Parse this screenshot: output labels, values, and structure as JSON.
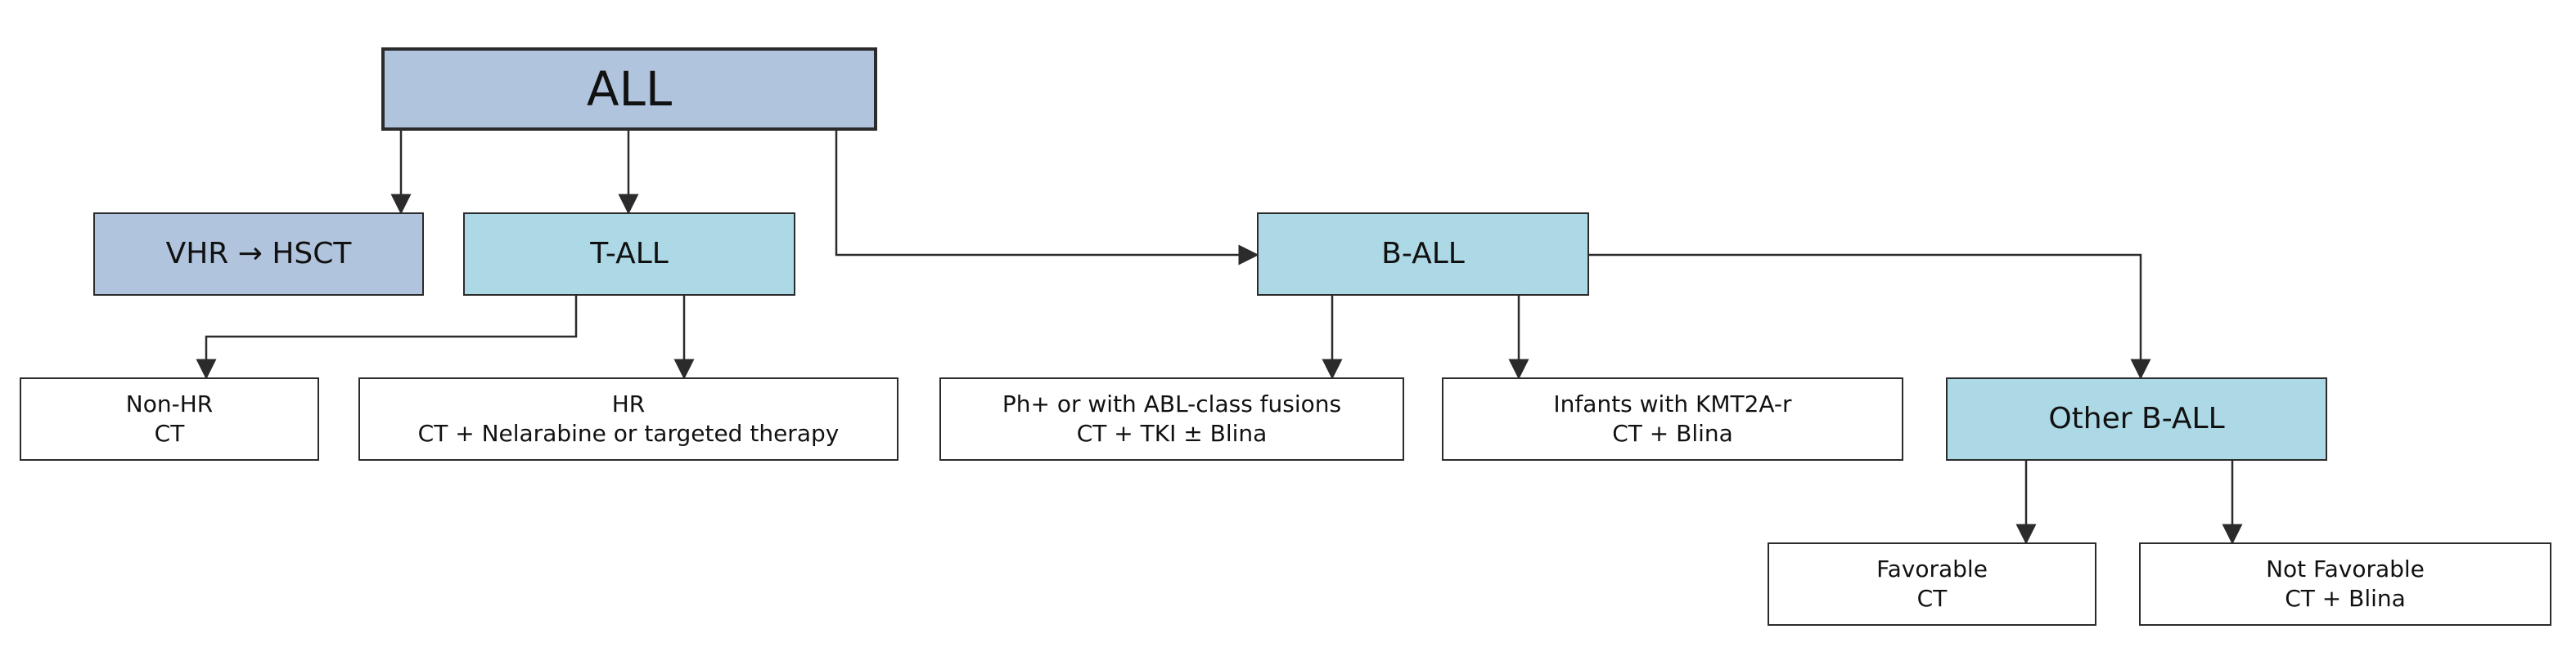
{
  "colors": {
    "root_fill": "#b0c4de",
    "vhr_fill": "#b0c4de",
    "subtype_fill": "#add8e6",
    "leaf_fill": "#ffffff",
    "border": "#2b2b2b",
    "edge": "#2b2b2b"
  },
  "nodes": {
    "all": {
      "label": "ALL"
    },
    "vhr": {
      "label": "VHR → HSCT"
    },
    "tall": {
      "label": "T-ALL"
    },
    "ball": {
      "label": "B-ALL"
    },
    "other_ball": {
      "label": "Other B-ALL"
    },
    "non_hr": {
      "line1": "Non-HR",
      "line2": "CT"
    },
    "hr": {
      "line1": "HR",
      "line2": "CT + Nelarabine or targeted therapy"
    },
    "ph_plus": {
      "line1": "Ph+ or with ABL-class fusions",
      "line2": "CT + TKI ± Blina"
    },
    "infants": {
      "line1": "Infants with KMT2A-r",
      "line2": "CT + Blina"
    },
    "favorable": {
      "line1": "Favorable",
      "line2": "CT"
    },
    "not_favorable": {
      "line1": "Not Favorable",
      "line2": "CT + Blina"
    }
  },
  "edges": [
    {
      "from": "all",
      "to": "vhr"
    },
    {
      "from": "all",
      "to": "tall"
    },
    {
      "from": "all",
      "to": "ball"
    },
    {
      "from": "tall",
      "to": "non_hr"
    },
    {
      "from": "tall",
      "to": "hr"
    },
    {
      "from": "ball",
      "to": "ph_plus"
    },
    {
      "from": "ball",
      "to": "infants"
    },
    {
      "from": "ball",
      "to": "other_ball"
    },
    {
      "from": "other_ball",
      "to": "favorable"
    },
    {
      "from": "other_ball",
      "to": "not_favorable"
    }
  ]
}
